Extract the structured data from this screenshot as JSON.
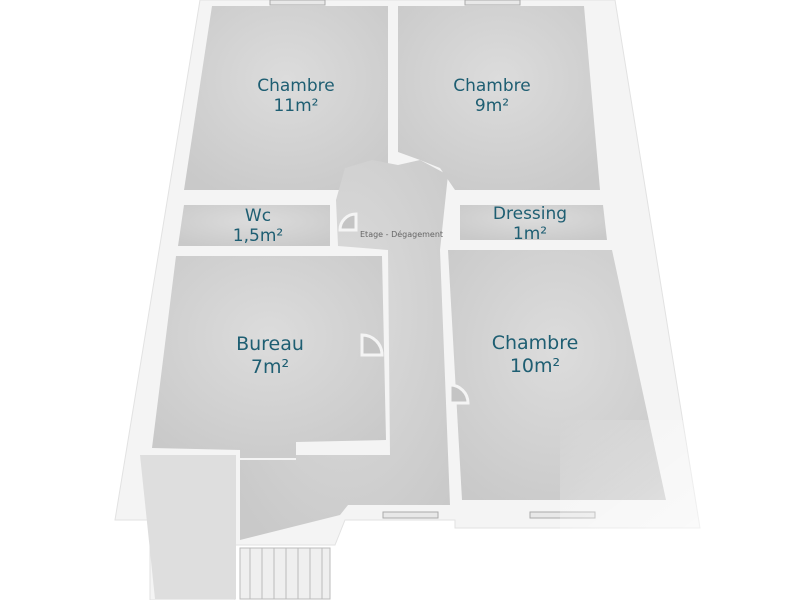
{
  "rooms": [
    {
      "name": "Chambre",
      "area": "11m²"
    },
    {
      "name": "Chambre",
      "area": "9m²"
    },
    {
      "name": "Wc",
      "area": "1,5m²"
    },
    {
      "name": "Dressing",
      "area": "1m²"
    },
    {
      "name": "Bureau",
      "area": "7m²"
    },
    {
      "name": "Chambre",
      "area": "10m²"
    }
  ],
  "hallway_label": "Etage - Dégagement",
  "colors": {
    "label": "#1e5e72",
    "floor": "#d4d4d4",
    "wall": "#f7f7f7"
  }
}
